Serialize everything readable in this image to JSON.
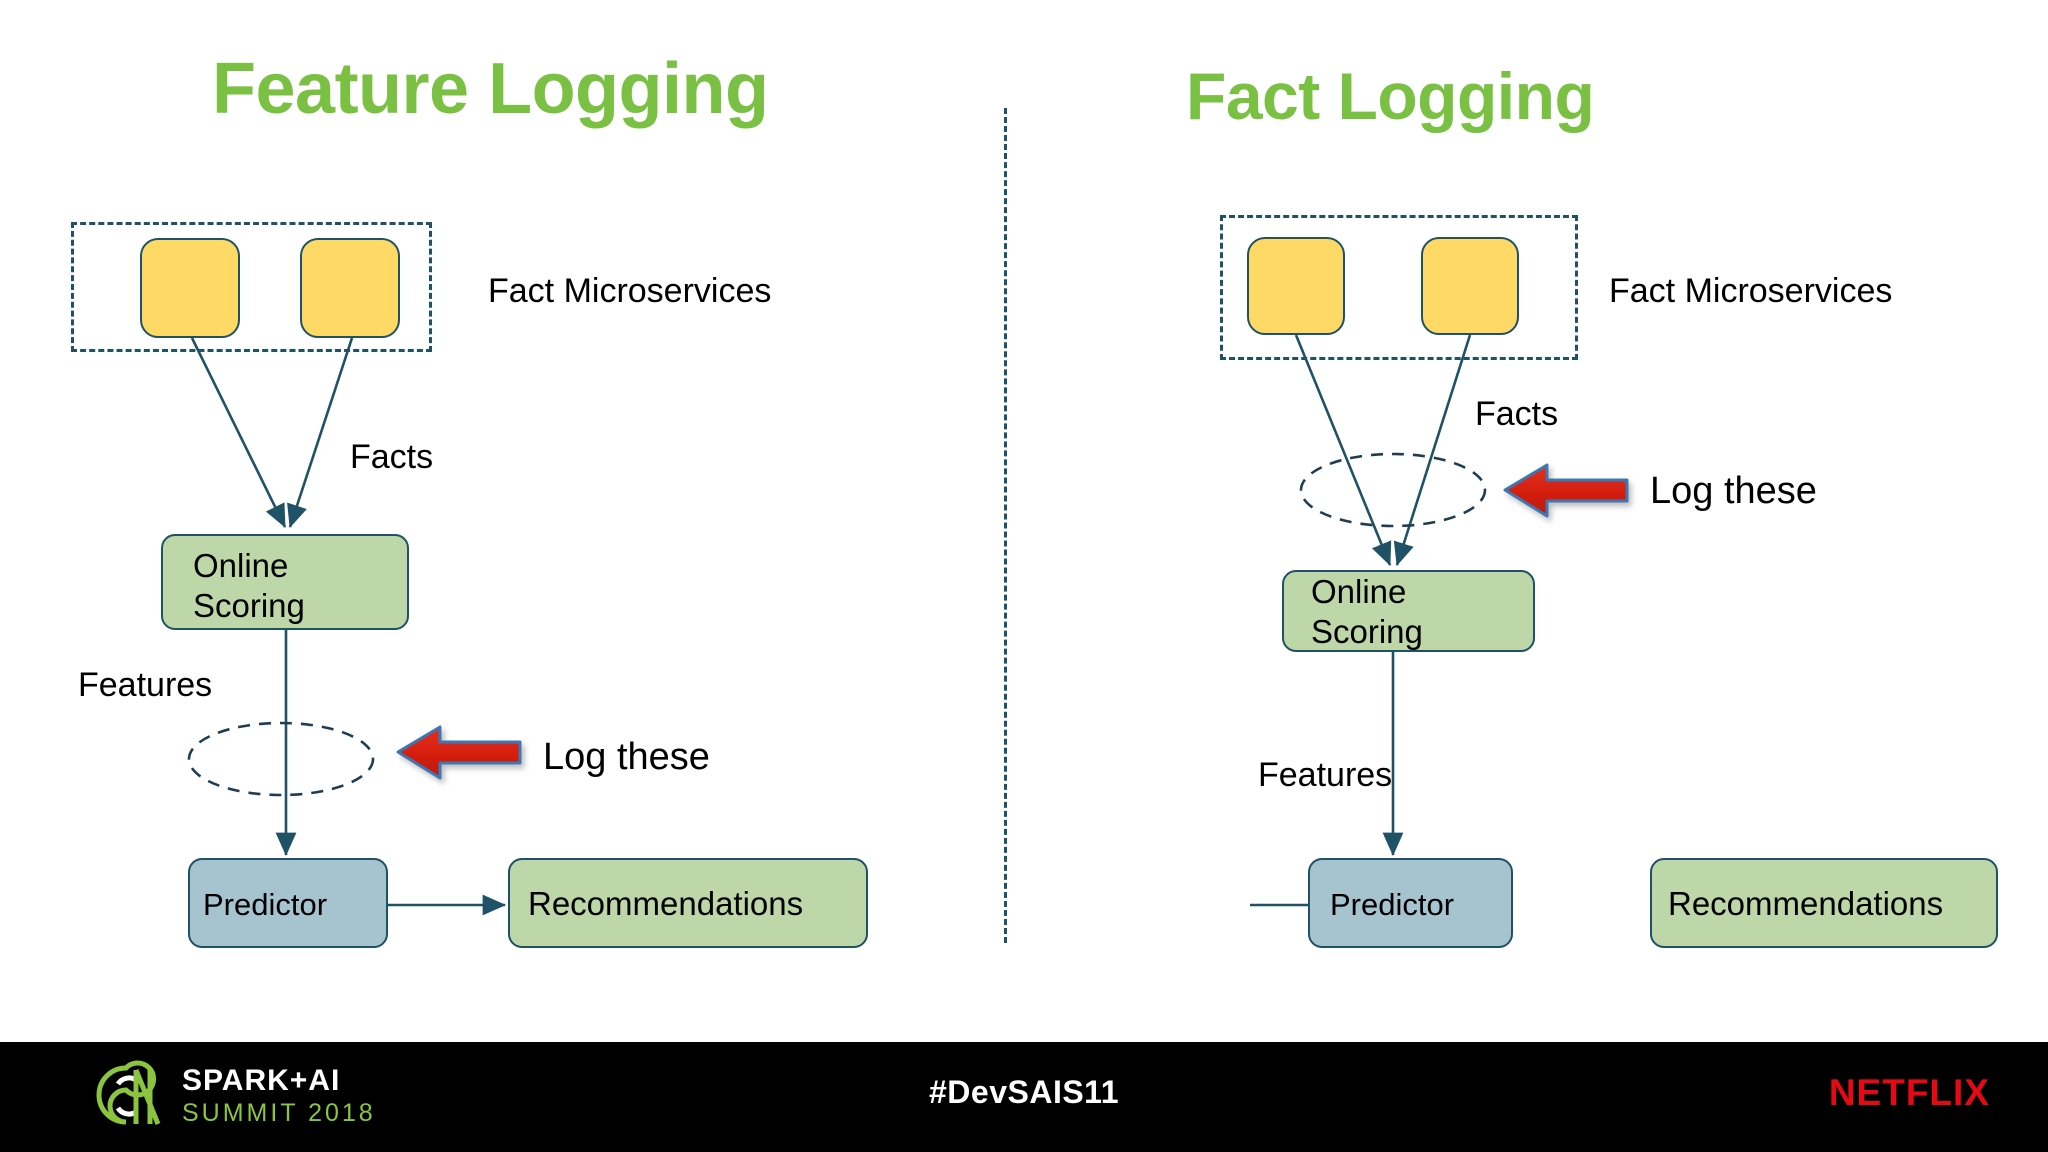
{
  "slide": {
    "background_color": "#ffffff",
    "accent_green": "#7ac143",
    "node_border": "#1f5266",
    "yellow": "#ffd966",
    "green": "#bdd7a8",
    "blue": "#a5c4cf",
    "arrow_red": "#d91f11"
  },
  "panels": {
    "left": {
      "title": "Feature Logging",
      "group_label": "Fact Microservices",
      "service_boxes": [
        "",
        ""
      ],
      "facts_label": "Facts",
      "online_scoring_line1": "Online",
      "online_scoring_line2": "Scoring",
      "features_label": "Features",
      "log_these_label": "Log these",
      "predictor_label": "Predictor",
      "recommendations_label": "Recommendations"
    },
    "right": {
      "title": "Fact Logging",
      "group_label": "Fact Microservices",
      "service_boxes": [
        "",
        ""
      ],
      "facts_label": "Facts",
      "online_scoring_line1": "Online",
      "online_scoring_line2": "Scoring",
      "features_label": "Features",
      "log_these_label": "Log these",
      "predictor_label": "Predictor",
      "recommendations_label": "Recommendations"
    }
  },
  "footer": {
    "hashtag": "#DevSAIS11",
    "brand": "NETFLIX",
    "event_line1": "SPARK+AI",
    "event_line2": "SUMMIT 2018"
  }
}
